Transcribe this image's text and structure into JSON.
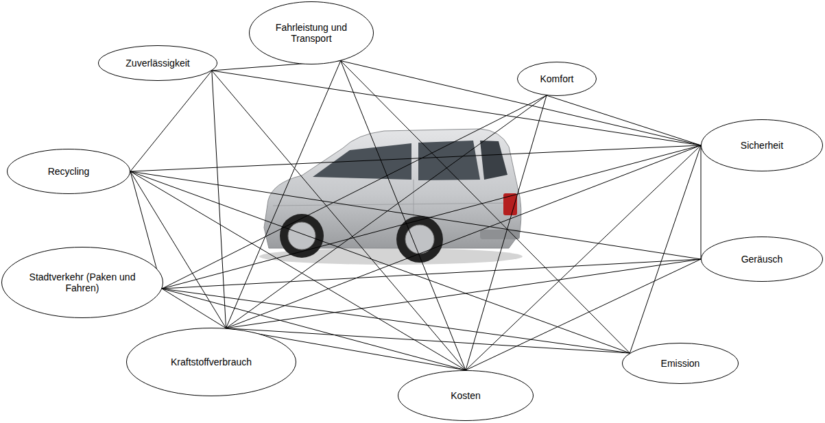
{
  "diagram": {
    "nodes": [
      {
        "text": [
          "Fahrleistung und Transport"
        ]
      },
      {
        "text": [
          "Zuverlässigkeit"
        ]
      },
      {
        "text": [
          "Komfort"
        ]
      },
      {
        "text": [
          "Sicherheit"
        ]
      },
      {
        "text": [
          "Recycling"
        ]
      },
      {
        "text": [
          "Geräusch"
        ]
      },
      {
        "text": [
          "Stadtverkehr (Paken und Fahren)"
        ]
      },
      {
        "text": [
          "Kraftstoffverbrauch"
        ]
      },
      {
        "text": [
          "Emission"
        ]
      },
      {
        "text": [
          "Kosten"
        ]
      }
    ],
    "edges": [
      {
        "from": 1,
        "to": 0,
        "arrow": "none"
      },
      {
        "from": 1,
        "to": 3,
        "arrow": "none"
      },
      {
        "from": 1,
        "to": 4,
        "arrow": "none"
      },
      {
        "from": 1,
        "to": 7,
        "arrow": "none"
      },
      {
        "from": 1,
        "to": 9,
        "arrow": "none"
      },
      {
        "from": 0,
        "to": 3,
        "arrow": "none"
      },
      {
        "from": 0,
        "to": 7,
        "arrow": "none"
      },
      {
        "from": 0,
        "to": 9,
        "arrow": "none"
      },
      {
        "from": 0,
        "to": 8,
        "arrow": "none"
      },
      {
        "from": 2,
        "to": 3,
        "arrow": "none"
      },
      {
        "from": 2,
        "to": 6,
        "arrow": "none"
      },
      {
        "from": 2,
        "to": 7,
        "arrow": "none"
      },
      {
        "from": 2,
        "to": 9,
        "arrow": "none"
      },
      {
        "from": 3,
        "to": 4,
        "arrow": "none"
      },
      {
        "from": 3,
        "to": 5,
        "arrow": "none"
      },
      {
        "from": 3,
        "to": 6,
        "arrow": "none"
      },
      {
        "from": 3,
        "to": 7,
        "arrow": "none"
      },
      {
        "from": 3,
        "to": 9,
        "arrow": "none"
      },
      {
        "from": 3,
        "to": 8,
        "arrow": "none"
      },
      {
        "from": 4,
        "to": 7,
        "arrow": "none"
      },
      {
        "from": 4,
        "to": 6,
        "arrow": "none"
      },
      {
        "from": 4,
        "to": 5,
        "arrow": "none"
      },
      {
        "from": 4,
        "to": 9,
        "arrow": "none"
      },
      {
        "from": 4,
        "to": 8,
        "arrow": "none"
      },
      {
        "from": 5,
        "to": 6,
        "arrow": "none"
      },
      {
        "from": 5,
        "to": 7,
        "arrow": "none"
      },
      {
        "from": 5,
        "to": 9,
        "arrow": "none"
      },
      {
        "from": 6,
        "to": 7,
        "arrow": "none"
      },
      {
        "from": 6,
        "to": 8,
        "arrow": "none"
      },
      {
        "from": 6,
        "to": 9,
        "arrow": "none"
      },
      {
        "from": 7,
        "to": 9,
        "arrow": "none"
      },
      {
        "from": 7,
        "to": 8,
        "arrow": "none"
      }
    ]
  }
}
